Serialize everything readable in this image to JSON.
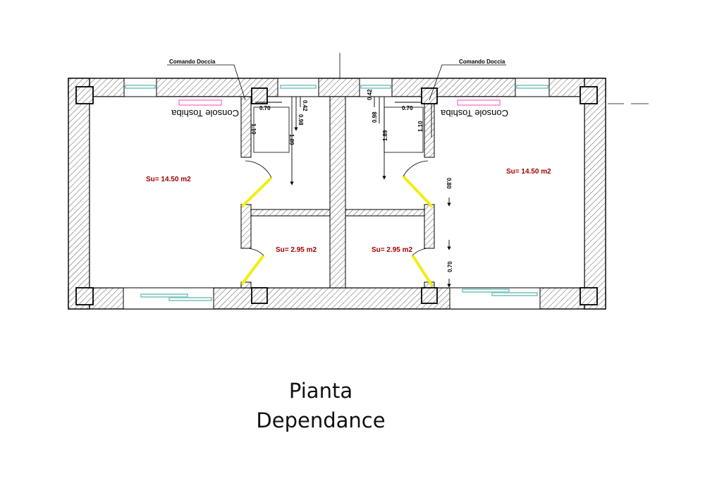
{
  "labels": {
    "comando_left": "Comando Doccia",
    "comando_right": "Comando Doccia",
    "console_left": "Console Toshiba",
    "console_right": "Console Toshiba",
    "room_large_left": "Su= 14.50 m2",
    "room_large_right": "Su= 14.50 m2",
    "room_small_left": "Su= 2.95 m2",
    "room_small_right": "Su= 2.95 m2"
  },
  "dimensions": {
    "d070_left": "0.70",
    "d070_right": "0.70",
    "d042_left": "0.42",
    "d042_right": "0.42",
    "d098_left": "0.98",
    "d098_right": "0.98",
    "d110_left": "1.10",
    "d110_right": "1.10",
    "d189_left": "1.89",
    "d189_right": "1.89",
    "d080": "0.80",
    "d070_door": "0.70"
  },
  "caption": {
    "line1": "Pianta",
    "line2": "Dependance"
  },
  "colors": {
    "area_text": "#a00000",
    "door": "#f2ee10",
    "window": "#7fc6c2",
    "console": "#ff66cc"
  }
}
